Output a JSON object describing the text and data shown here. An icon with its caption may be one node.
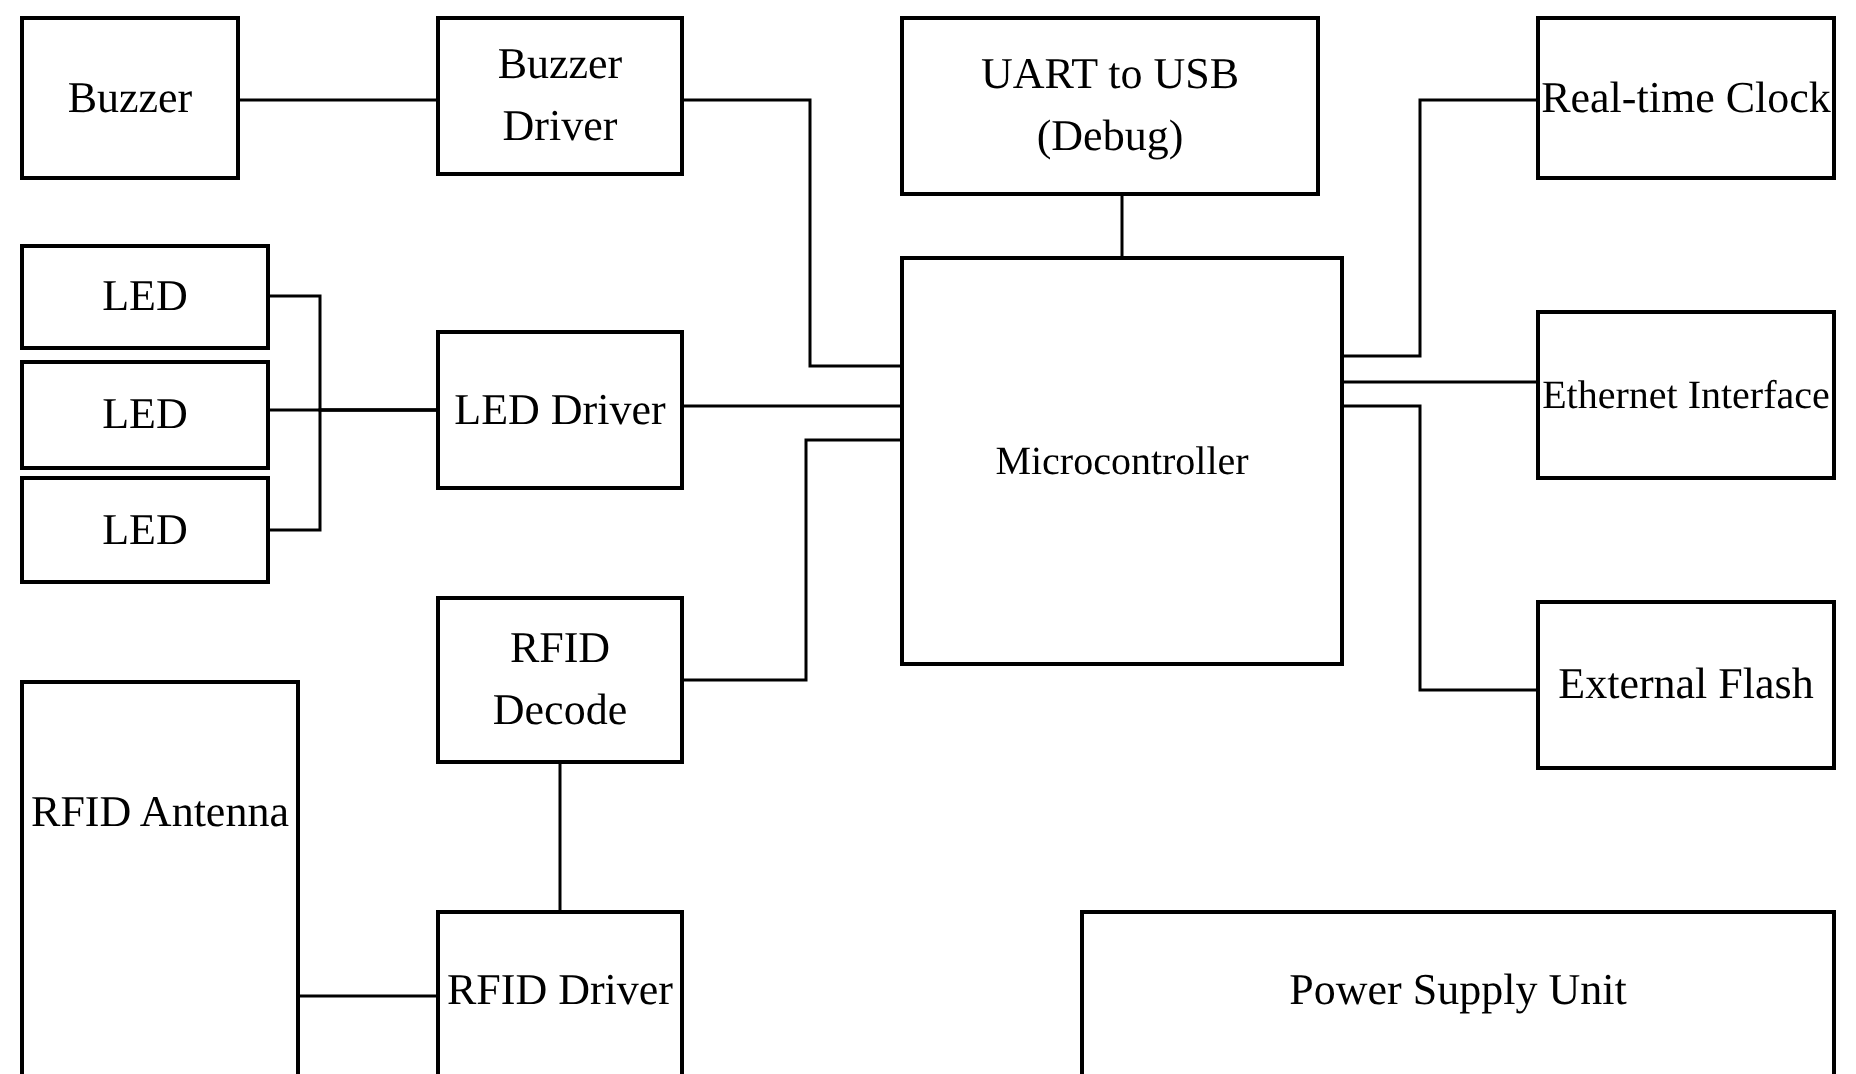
{
  "diagram": {
    "nodes": [
      {
        "text": [
          "Buzzer"
        ]
      },
      {
        "text": [
          "Buzzer Driver"
        ]
      },
      {
        "text": [
          "UART to USB (Debug)"
        ]
      },
      {
        "text": [
          "Real-time Clock"
        ]
      },
      {
        "text": [
          "LED"
        ]
      },
      {
        "text": [
          "LED"
        ]
      },
      {
        "text": [
          "LED"
        ]
      },
      {
        "text": [
          "LED Driver"
        ]
      },
      {
        "text": [
          "Microcontroller"
        ]
      },
      {
        "text": [
          "Ethernet Interface"
        ]
      },
      {
        "text": [
          "RFID Decode"
        ]
      },
      {
        "text": [
          "External Flash"
        ]
      },
      {
        "text": [
          "RFID Antenna"
        ]
      },
      {
        "text": [
          "RFID Driver"
        ]
      },
      {
        "text": [
          "Power Supply Unit"
        ]
      }
    ],
    "edges": [
      {
        "from": 0,
        "to": 1,
        "arrow": "none"
      },
      {
        "from": 4,
        "to": 7,
        "arrow": "none"
      },
      {
        "from": 5,
        "to": 7,
        "arrow": "none"
      },
      {
        "from": 6,
        "to": 7,
        "arrow": "none"
      },
      {
        "from": 1,
        "to": 8,
        "arrow": "none"
      },
      {
        "from": 7,
        "to": 8,
        "arrow": "none"
      },
      {
        "from": 10,
        "to": 8,
        "arrow": "none"
      },
      {
        "from": 2,
        "to": 8,
        "arrow": "none"
      },
      {
        "from": 8,
        "to": 3,
        "arrow": "none"
      },
      {
        "from": 8,
        "to": 9,
        "arrow": "none"
      },
      {
        "from": 8,
        "to": 11,
        "arrow": "none"
      },
      {
        "from": 10,
        "to": 13,
        "arrow": "none"
      },
      {
        "from": 12,
        "to": 13,
        "arrow": "none"
      }
    ]
  }
}
